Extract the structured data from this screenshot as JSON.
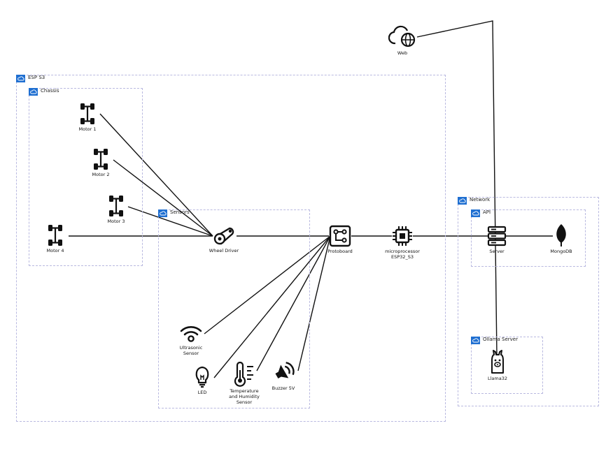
{
  "groups": {
    "esp": "ESP S3",
    "chassis": "Chassis",
    "sensors": "Sensors",
    "network": "Network",
    "api": "API",
    "ollama": "Ollama Server"
  },
  "nodes": {
    "motor1": "Motor 1",
    "motor2": "Motor 2",
    "motor3": "Motor 3",
    "motor4": "Motor 4",
    "wheel_driver": "Wheel Driver",
    "protoboard": "Protoboard",
    "microprocessor": "microprocessor\nESP32_S3",
    "server": "Server",
    "mongodb": "MongoDB",
    "web": "Web",
    "llama": "Llama32",
    "ultrasonic": "Ultrasonic\nSensor",
    "led": "LED",
    "temp": "Temperature\nand Humidity\nSensor",
    "buzzer": "Buzzer 5V"
  },
  "colors": {
    "accent": "#1f6fd1",
    "group_border": "#b9b9e0",
    "line": "#111111"
  }
}
